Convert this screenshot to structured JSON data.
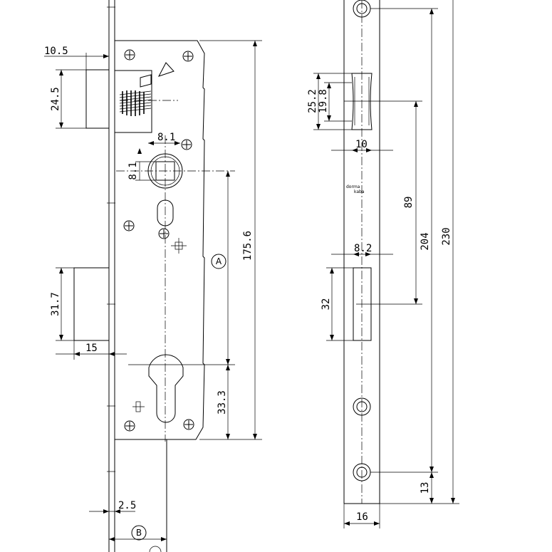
{
  "dimensions": {
    "backset_offset": "10.5",
    "latch_height": "24.5",
    "follower_size_h": "8.1",
    "follower_size_v": "8.1",
    "deadbolt_height": "31.7",
    "deadbolt_throw": "15",
    "case_height": "175.6",
    "cylinder_offset": "33.3",
    "faceplate_step": "2.5",
    "latch_outer": "25.2",
    "latch_inner": "19.8",
    "latch_width": "10",
    "center_distance": "89",
    "bolt_width": "8.2",
    "bolt_height": "32",
    "screw_spacing": "204",
    "faceplate_length": "230",
    "screw_margin": "13",
    "faceplate_width": "16"
  },
  "labels": {
    "marker_a": "A",
    "marker_b": "B",
    "brand_line_1": "dorma",
    "brand_line_2": "kaba"
  }
}
